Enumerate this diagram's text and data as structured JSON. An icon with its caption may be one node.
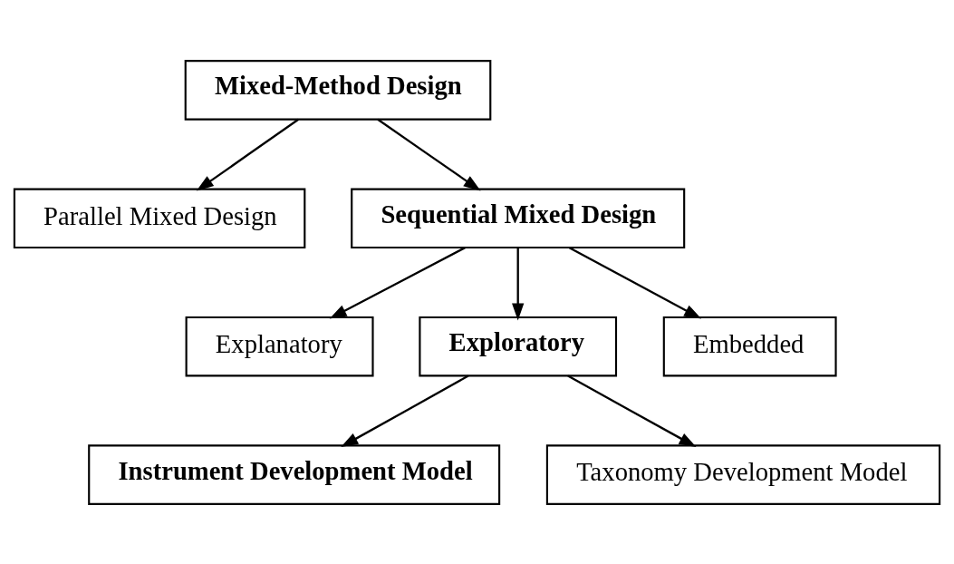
{
  "diagram": {
    "nodes": [
      {
        "text": [
          "Mixed-Method Design"
        ]
      },
      {
        "text": [
          "Parallel Mixed Design"
        ]
      },
      {
        "text": [
          "Sequential Mixed Design"
        ]
      },
      {
        "text": [
          "Explanatory"
        ]
      },
      {
        "text": [
          "Exploratory"
        ]
      },
      {
        "text": [
          "Embedded"
        ]
      },
      {
        "text": [
          "Instrument Development Model"
        ]
      },
      {
        "text": [
          "Taxonomy Development Model"
        ]
      }
    ],
    "edges": [
      {
        "from": 0,
        "to": 1,
        "arrow": "to"
      },
      {
        "from": 0,
        "to": 2,
        "arrow": "to"
      },
      {
        "from": 2,
        "to": 3,
        "arrow": "to"
      },
      {
        "from": 2,
        "to": 4,
        "arrow": "to"
      },
      {
        "from": 2,
        "to": 5,
        "arrow": "to"
      },
      {
        "from": 4,
        "to": 6,
        "arrow": "to"
      },
      {
        "from": 4,
        "to": 7,
        "arrow": "to"
      }
    ]
  }
}
